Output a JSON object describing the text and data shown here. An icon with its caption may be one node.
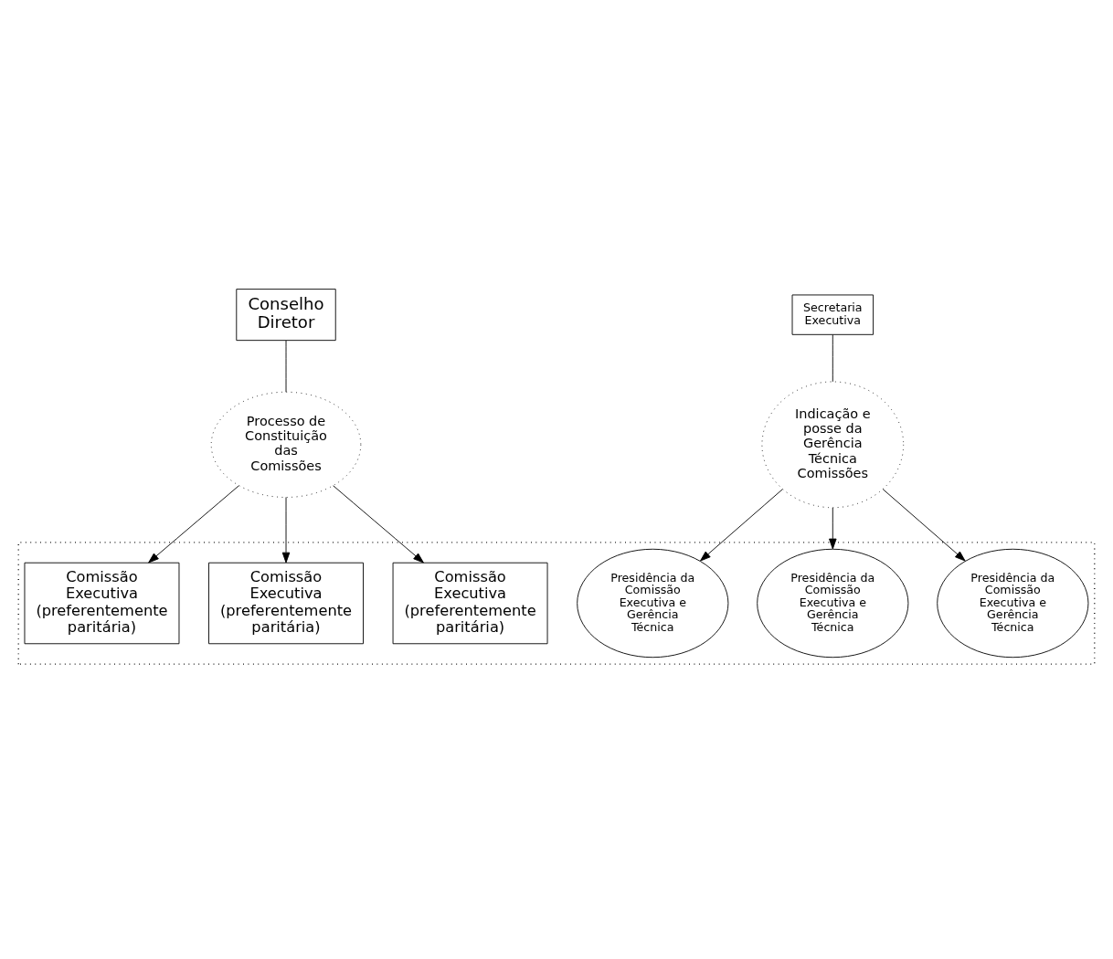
{
  "diagram": {
    "nodes": [
      {
        "text": [
          "Conselho Diretor"
        ]
      },
      {
        "text": [
          "Secretaria Executiva"
        ]
      },
      {
        "text": [
          "Processo de Constituição das Comissões"
        ]
      },
      {
        "text": [
          "Indicação e posse da Gerência Técnica Comissões"
        ]
      },
      {
        "text": [],
        "shape": "box"
      },
      {
        "text": [
          "Comissão Executiva (preferentemente paritária)"
        ],
        "in": 4
      },
      {
        "text": [
          "Presidência da Comissão Executiva e Gerência Técnica"
        ],
        "in": 4
      },
      {
        "text": [
          "Comissão Executiva (preferentemente paritária)"
        ],
        "in": 4
      },
      {
        "text": [
          "Presidência da Comissão Executiva e Gerência Técnica"
        ],
        "in": 4
      },
      {
        "text": [
          "Comissão Executiva (preferentemente paritária)"
        ],
        "in": 4
      },
      {
        "text": [
          "Presidência da Comissão Executiva e Gerência Técnica"
        ],
        "in": 4
      }
    ],
    "edges": [
      {
        "from": 0,
        "to": 2,
        "arrow": "none"
      },
      {
        "from": 1,
        "to": 3,
        "arrow": "none"
      },
      {
        "from": 2,
        "to": 5,
        "arrow": "to"
      },
      {
        "from": 2,
        "to": 7,
        "arrow": "to"
      },
      {
        "from": 2,
        "to": 9,
        "arrow": "to"
      },
      {
        "from": 3,
        "to": 6,
        "arrow": "to"
      },
      {
        "from": 3,
        "to": 8,
        "arrow": "to"
      },
      {
        "from": 3,
        "to": 10,
        "arrow": "to"
      }
    ]
  }
}
